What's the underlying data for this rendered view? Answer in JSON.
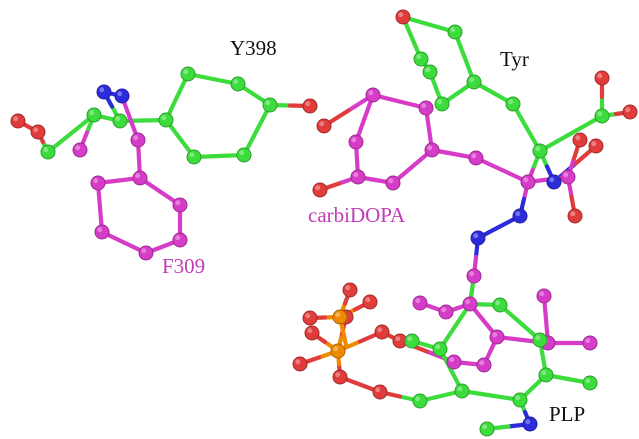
{
  "labels": {
    "y398": "Y398",
    "tyr": "Tyr",
    "carbidopa": "carbiDOPA",
    "f309": "F309",
    "plp": "PLP"
  },
  "colors": {
    "green": "#3ddc3d",
    "magenta": "#d63cc8",
    "red": "#e03c3c",
    "blue": "#2c2cdd",
    "orange": "#ee8a00",
    "label_black": "#111111",
    "label_magenta": "#c23cb8"
  }
}
